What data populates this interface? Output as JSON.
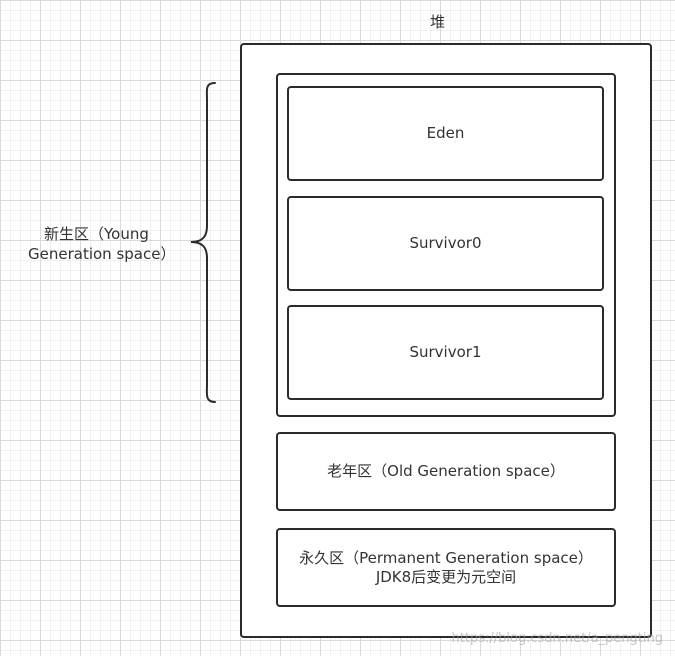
{
  "diagram": {
    "heap_label": "堆",
    "young_label_line1": "新生区（Young",
    "young_label_line2": "Generation space）",
    "eden": "Eden",
    "survivor0": "Survivor0",
    "survivor1": "Survivor1",
    "old": "老年区（Old Generation space）",
    "permanent_line1": "永久区（Permanent Generation space）",
    "permanent_line2": "JDK8后变更为元空间"
  },
  "colors": {
    "stroke": "#2b2b2b",
    "text": "#333333",
    "grid": "#d9d9d9"
  },
  "watermark": "https://blog.csdn.net/a_pengting"
}
